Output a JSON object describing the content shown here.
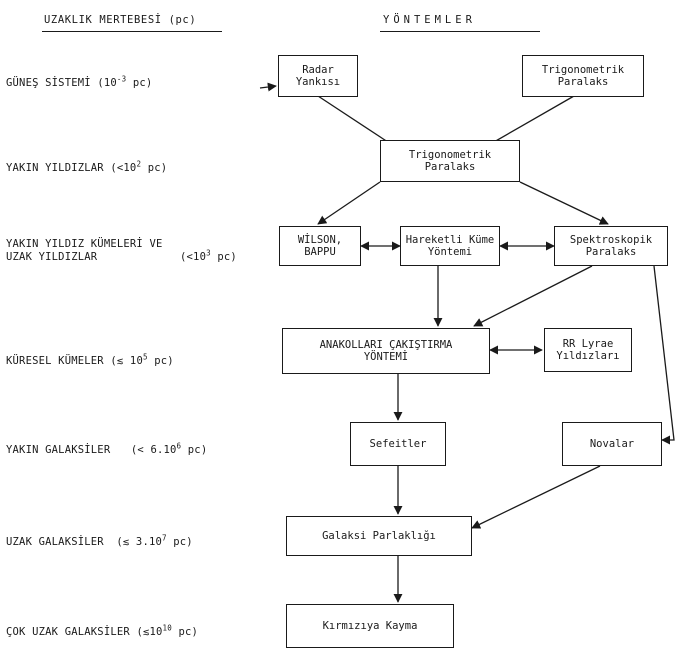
{
  "headers": {
    "left": "UZAKLIK MERTEBESİ (pc)",
    "right": "YÖNTEMLER"
  },
  "levels": [
    {
      "name": "GÜNEŞ SİSTEMİ",
      "range_prefix": "(10",
      "range_exp": "-3",
      "range_suffix": " pc)"
    },
    {
      "name": "YAKIN YILDIZLAR",
      "range_prefix": "(<10",
      "range_exp": "2",
      "range_suffix": " pc)"
    },
    {
      "name_line1": "YAKIN YILDIZ KÜMELERİ VE",
      "name_line2": "UZAK YILDIZLAR",
      "range_prefix": "(<10",
      "range_exp": "3",
      "range_suffix": " pc)"
    },
    {
      "name": "KÜRESEL KÜMELER",
      "range_prefix": "(≲ 10",
      "range_exp": "5",
      "range_suffix": " pc)"
    },
    {
      "name": "YAKIN GALAKSİLER",
      "range_prefix": "(< 6.10",
      "range_exp": "6",
      "range_suffix": " pc)"
    },
    {
      "name": "UZAK GALAKSİLER",
      "range_prefix": "(≲ 3.10",
      "range_exp": "7",
      "range_suffix": " pc)"
    },
    {
      "name": "ÇOK UZAK GALAKSİLER",
      "range_prefix": "(≲10",
      "range_exp": "10",
      "range_suffix": " pc)"
    }
  ],
  "methods": {
    "radar": [
      "Radar",
      "Yankısı"
    ],
    "trig_top": [
      "Trigonometrik",
      "Paralaks"
    ],
    "trig_mid": [
      "Trigonometrik",
      "Paralaks"
    ],
    "wilson": [
      "WİLSON,",
      "BAPPU"
    ],
    "hareketli": [
      "Hareketli Küme",
      "Yöntemi"
    ],
    "spektro": [
      "Spektroskopik",
      "Paralaks"
    ],
    "anakol": [
      "ANAKOLLARI ÇAKIŞTIRMA",
      "YÖNTEMİ"
    ],
    "rrlyrae": [
      "RR Lyrae",
      "Yıldızları"
    ],
    "sefeit": "Sefeitler",
    "nova": "Novalar",
    "galaksi": "Galaksi Parlaklığı",
    "kirmizi": "Kırmızıya Kayma"
  }
}
